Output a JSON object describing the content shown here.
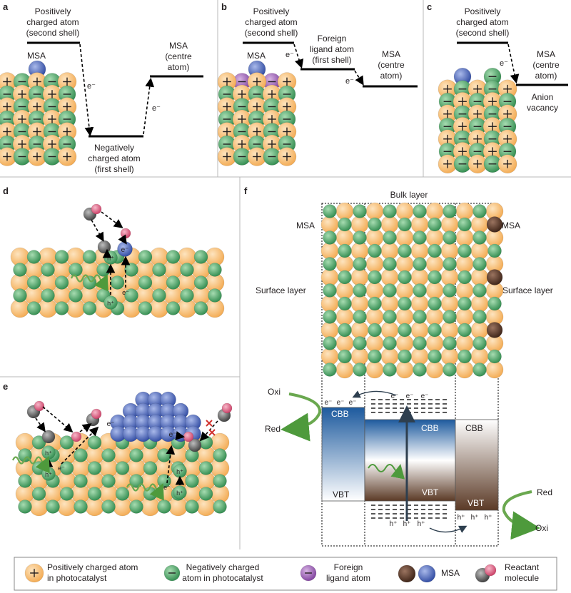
{
  "panels": {
    "a": {
      "letter": "a",
      "top_level": [
        "Positively",
        "charged atom",
        "(second shell)"
      ],
      "msa_label": "MSA",
      "right_level": [
        "MSA",
        "(centre",
        "atom)"
      ],
      "bottom_level": [
        "Negatively",
        "charged atom",
        "(first shell)"
      ],
      "electron": "e⁻"
    },
    "b": {
      "letter": "b",
      "top_level": [
        "Positively",
        "charged atom",
        "(second shell)"
      ],
      "msa_label": "MSA",
      "middle_level": [
        "Foreign",
        "ligand atom",
        "(first shell)"
      ],
      "right_level": [
        "MSA",
        "(centre",
        "atom)"
      ],
      "electron": "e⁻"
    },
    "c": {
      "letter": "c",
      "top_level": [
        "Positively",
        "charged atom",
        "(second shell)"
      ],
      "right_level": [
        "MSA",
        "(centre",
        "atom)"
      ],
      "vacancy": [
        "Anion",
        "vacancy"
      ],
      "electron": "e⁻"
    },
    "d": {
      "letter": "d",
      "electron": "e⁻",
      "hole": "h⁺"
    },
    "e": {
      "letter": "e",
      "electron": "e⁻",
      "hole": "h⁺"
    },
    "f": {
      "letter": "f",
      "bulk_layer": "Bulk layer",
      "surface_left": "Surface layer",
      "surface_right": "Surface layer",
      "msa_left": "MSA",
      "msa_right": "MSA",
      "oxi_left": "Oxi",
      "red_left": "Red",
      "red_right": "Red",
      "oxi_right": "Oxi",
      "cbb": "CBB",
      "vbt": "VBT",
      "electron": "e⁻",
      "hole": "h⁺"
    }
  },
  "legend": {
    "positive": [
      "Positively charged atom",
      "in photocatalyst"
    ],
    "negative": [
      "Negatively charged",
      "atom in photocatalyst"
    ],
    "foreign": [
      "Foreign",
      "ligand atom"
    ],
    "msa": "MSA",
    "reactant": [
      "Reactant",
      "molecule"
    ]
  },
  "colors": {
    "positive": "#f7b96a",
    "negative": "#4fa96b",
    "msa_blue": "#3f5cb8",
    "msa_brown": "#5a3624",
    "foreign": "#9b5cb4",
    "reactant_grey": "#5a5a5a",
    "reactant_pink": "#e0557a"
  }
}
